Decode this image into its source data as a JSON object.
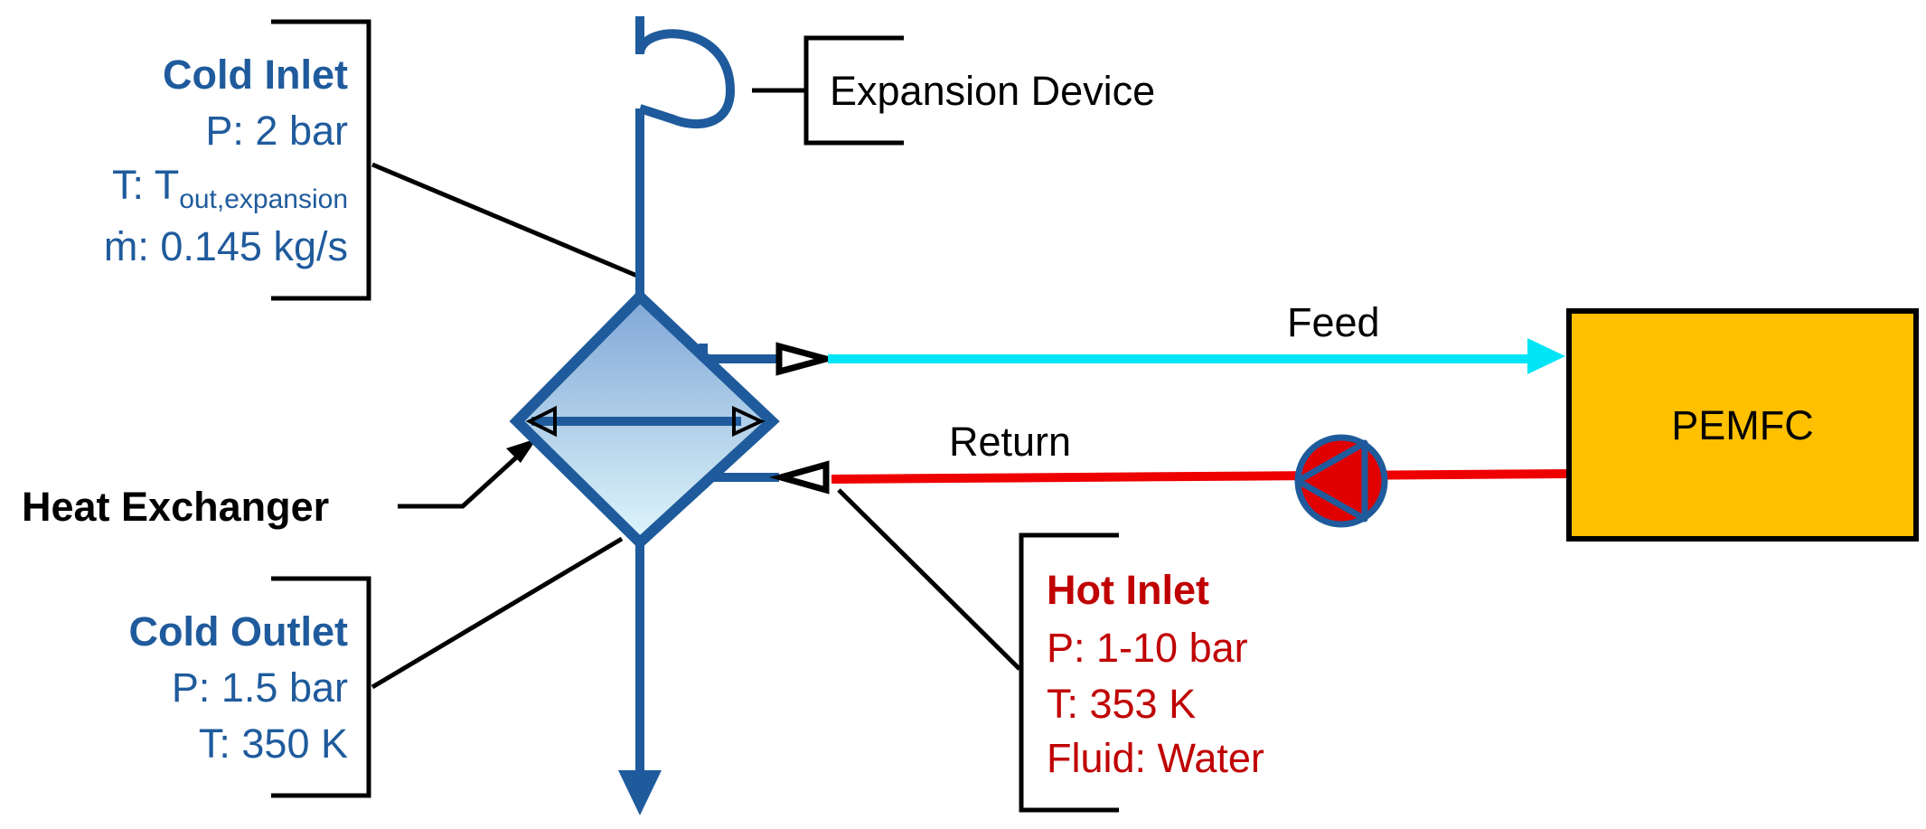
{
  "cold_inlet": {
    "title": "Cold Inlet",
    "pressure": "P: 2 bar",
    "temp_prefix": "T: T",
    "temp_subscript": "out,expansion",
    "mass_flow": "ṁ: 0.145 kg/s"
  },
  "cold_outlet": {
    "title": "Cold Outlet",
    "pressure": "P: 1.5 bar",
    "temperature": "T: 350 K"
  },
  "hot_inlet": {
    "title": "Hot Inlet",
    "pressure": "P: 1-10 bar",
    "temperature": "T: 353 K",
    "fluid": "Fluid: Water"
  },
  "heat_exchanger_label": "Heat Exchanger",
  "expansion_device_label": "Expansion Device",
  "feed_label": "Feed",
  "return_label": "Return",
  "pemfc_label": "PEMFC",
  "colors": {
    "cold_side": "#1f5b9c",
    "hot_side": "#c00000",
    "feed_line": "#00e5f5",
    "return_line": "#ee0000",
    "pemfc_fill": "#ffc000",
    "pump_fill": "#e00000"
  }
}
